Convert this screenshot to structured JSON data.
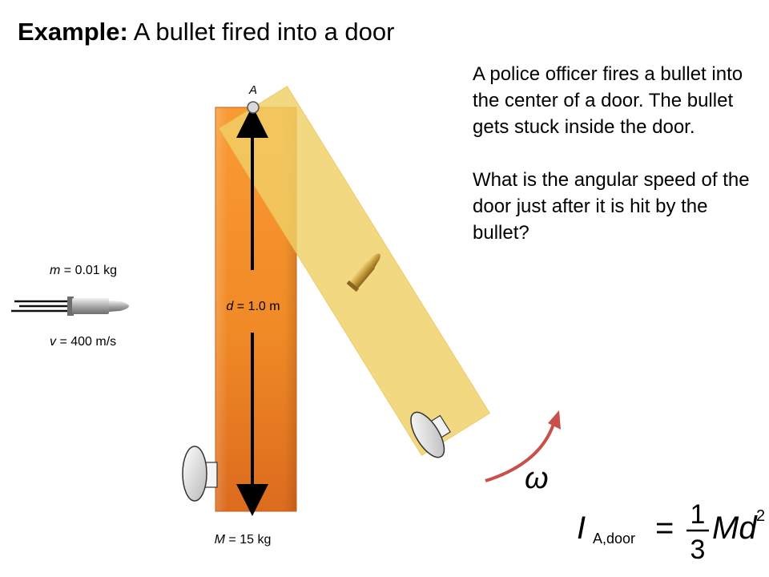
{
  "title": {
    "bold": "Example:",
    "rest": "A bullet fired into a door"
  },
  "problem": {
    "paragraph1": "A police officer fires a bullet into the center of a door. The bullet gets stuck inside the door.",
    "paragraph2": "What is the angular speed of the door just after it is hit by the bullet?"
  },
  "labels": {
    "pivot": "A",
    "bullet_mass_var": "m",
    "bullet_mass_val": " = 0.01 kg",
    "bullet_speed_var": "v",
    "bullet_speed_val": " = 400 m/s",
    "door_length_var": "d",
    "door_length_val": " = 1.0 m",
    "door_mass_var": "M",
    "door_mass_val": " = 15 kg",
    "omega": "ω"
  },
  "formula": {
    "lhs": "I",
    "subscript": "A,door",
    "equals": "=",
    "numerator": "1",
    "denominator": "3",
    "rhs": "Md",
    "exponent": "2"
  },
  "colors": {
    "door_dark": "#e06a1c",
    "door_light": "#f7992f",
    "swung_door": "#f0d170",
    "arrow_red": "#c8504a",
    "pivot": "#d9d9d9"
  },
  "icons": [
    "door-handle-icon",
    "bullet-icon",
    "rotation-arrow-icon"
  ]
}
